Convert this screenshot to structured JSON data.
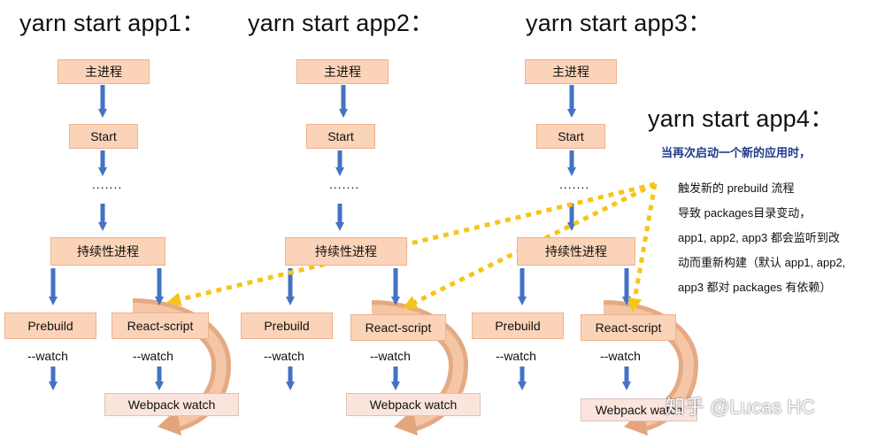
{
  "colors": {
    "box_fill": "#fbd3b8",
    "webpack_fill": "#fbe4dc",
    "arrow_blue": "#4472c4",
    "dotted_arrow": "#f5c518",
    "curve_orange": "#e3a57c",
    "subtitle": "#1f3a8a"
  },
  "columns": [
    {
      "title": "yarn start app1：",
      "main_process": "主进程",
      "start": "Start",
      "ellipsis": ".......",
      "persistent": "持续性进程",
      "prebuild": "Prebuild",
      "prebuild_watch": "--watch",
      "react_script": "React-script",
      "react_watch": "--watch",
      "webpack": "Webpack watch"
    },
    {
      "title": "yarn start app2：",
      "main_process": "主进程",
      "start": "Start",
      "ellipsis": ".......",
      "persistent": "持续性进程",
      "prebuild": "Prebuild",
      "prebuild_watch": "--watch",
      "react_script": "React-script",
      "react_watch": "--watch",
      "webpack": "Webpack watch"
    },
    {
      "title": "yarn start app3：",
      "main_process": "主进程",
      "start": "Start",
      "ellipsis": ".......",
      "persistent": "持续性进程",
      "prebuild": "Prebuild",
      "prebuild_watch": "--watch",
      "react_script": "React-script",
      "react_watch": "--watch",
      "webpack": "Webpack watch"
    }
  ],
  "app4": {
    "title": "yarn start app4：",
    "subtitle": "当再次启动一个新的应用时，",
    "lines": [
      "触发新的 prebuild 流程",
      "导致 packages目录变动，",
      "app1, app2, app3 都会监听到改",
      "动而重新构建（默认 app1, app2,",
      "app3 都对 packages 有依赖）"
    ]
  },
  "watermark": "知乎 @Lucas HC"
}
